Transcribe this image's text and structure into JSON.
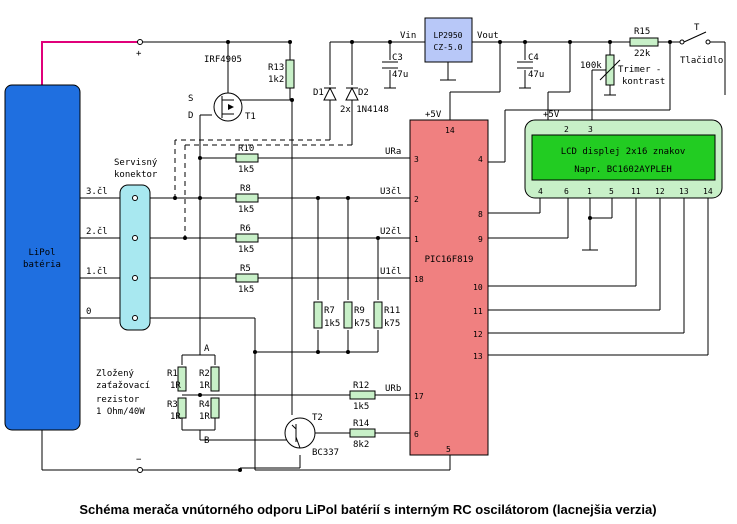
{
  "caption": "Schéma merača vnútorného odporu LiPol batérií s interným RC oscilátorom (lacnejšia verzia)",
  "colors": {
    "battery": "#1f6fe0",
    "pic": "#f08080",
    "lcd_bezel": "#c8f0c8",
    "lcd_screen": "#22cc22",
    "connector": "#a8e8f0",
    "resistor": "#c8f0c8",
    "regulator": "#b8c8f8",
    "pos_wire": "#e0007a"
  },
  "battery": {
    "label_line1": "LiPol",
    "label_line2": "batéria"
  },
  "supply": {
    "plus": "+",
    "minus": "−"
  },
  "transistor_t1": {
    "name": "IRF4905",
    "ref": "T1",
    "pin_s": "S",
    "pin_d": "D"
  },
  "transistor_t2": {
    "ref": "T2",
    "name": "BC337"
  },
  "r13": {
    "ref": "R13",
    "value": "1k2"
  },
  "diodes": {
    "d1": "D1",
    "d2": "D2",
    "value_line": "2x 1N4148"
  },
  "regulator": {
    "line1": "LP2950",
    "line2": "CZ-5.0",
    "vin": "Vin",
    "vout": "Vout"
  },
  "c3": {
    "ref": "C3",
    "value": "47u"
  },
  "c4": {
    "ref": "C4",
    "value": "47u"
  },
  "r15": {
    "ref": "R15",
    "value": "22k"
  },
  "button": {
    "label": "Tlačidlo",
    "symbol": "T"
  },
  "trimmer": {
    "value": "100k",
    "label1": "Trimer -",
    "label2": "kontrast"
  },
  "vcc": {
    "pic": "+5V",
    "lcd": "+5V"
  },
  "connector": {
    "label1": "Servisný",
    "label2": "konektor"
  },
  "cells": {
    "c3": "3.čl",
    "c2": "2.čl",
    "c1": "1.čl",
    "c0": "0"
  },
  "resistors": {
    "r10": {
      "ref": "R10",
      "value": "1k5"
    },
    "r8": {
      "ref": "R8",
      "value": "1k5"
    },
    "r6": {
      "ref": "R6",
      "value": "1k5"
    },
    "r5": {
      "ref": "R5",
      "value": "1k5"
    },
    "r7": {
      "ref": "R7",
      "value": "1k5"
    },
    "r9": {
      "ref": "R9",
      "value": "k75"
    },
    "r11": {
      "ref": "R11",
      "value": "k75"
    },
    "r12": {
      "ref": "R12",
      "value": "1k5"
    },
    "r14": {
      "ref": "R14",
      "value": "8k2"
    }
  },
  "signals": {
    "ura": "URa",
    "u3": "U3čl",
    "u2": "U2čl",
    "u1": "U1čl",
    "urb": "URb"
  },
  "load": {
    "line1": "Zložený",
    "line2": "zaťažovací",
    "line3": "rezistor",
    "line4": "1 Ohm/40W",
    "r1": "R1",
    "r2": "R2",
    "r3": "R3",
    "r4": "R4",
    "v1": "1R",
    "v2": "1R",
    "v3": "1R",
    "v4": "1R",
    "node_a": "A",
    "node_b": "B"
  },
  "pic": {
    "name": "PIC16F819",
    "pins": {
      "p14": "14",
      "p3": "3",
      "p4": "4",
      "p2": "2",
      "p1": "1",
      "p18": "18",
      "p8": "8",
      "p9": "9",
      "p10": "10",
      "p11": "11",
      "p12": "12",
      "p13": "13",
      "p17": "17",
      "p6": "6",
      "p5": "5"
    }
  },
  "lcd": {
    "line1": "LCD displej 2x16 znakov",
    "line2": "Napr.  BC1602AYPLEH",
    "pins": {
      "p2": "2",
      "p3": "3",
      "p4": "4",
      "p6": "6",
      "p1": "1",
      "p5": "5",
      "p11": "11",
      "p12": "12",
      "p13": "13",
      "p14": "14"
    }
  }
}
